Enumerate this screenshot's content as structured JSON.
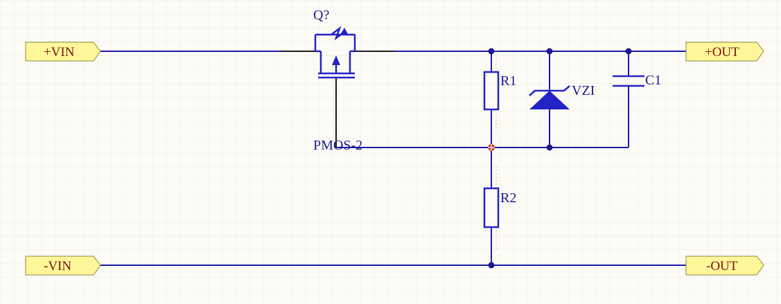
{
  "ports": {
    "vin_pos": "+VIN",
    "vin_neg": "-VIN",
    "out_pos": "+OUT",
    "out_neg": "-OUT"
  },
  "components": {
    "q_designator": "Q?",
    "q_comment": "PMOS-2",
    "r1": "R1",
    "r2": "R2",
    "zener": "VZI",
    "c1": "C1"
  },
  "colors": {
    "wire": "#1a1aa8",
    "component": "#2323c8",
    "port_fill": "#fff799",
    "port_text": "#7a1010",
    "grid": "#ecebe0"
  }
}
